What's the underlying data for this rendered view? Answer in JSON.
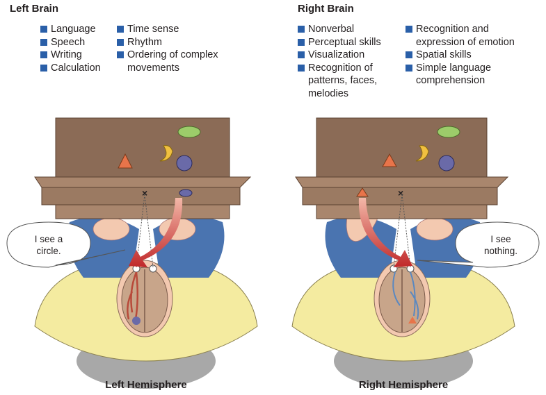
{
  "left_panel": {
    "title": "Left Brain",
    "functions_col1": [
      "Language",
      "Speech",
      "Writing",
      "Calculation"
    ],
    "functions_col2": [
      "Time sense",
      "Rhythm",
      "Ordering of complex",
      "movements"
    ],
    "speech_bubble": [
      "I see a",
      "circle."
    ],
    "caption": "Left Hemisphere"
  },
  "right_panel": {
    "title": "Right Brain",
    "functions_col1": [
      "Nonverbal",
      "Perceptual skills",
      "Visualization",
      "Recognition of",
      "patterns, faces,",
      "melodies"
    ],
    "functions_col2": [
      "Recognition and",
      "expression of emotion",
      "Spatial skills",
      "Simple language",
      "comprehension"
    ],
    "speech_bubble": [
      "I see",
      "nothing."
    ],
    "caption": "Right Hemisphere"
  },
  "colors": {
    "bullet": "#2a5fa8",
    "table_top": "#8b6b56",
    "table_edge": "#a9866d",
    "shirt": "#f4eba0",
    "jeans": "#4a74b0",
    "skin": "#f3c9b0",
    "brain": "#c8a58a",
    "arrow": "#c0282a",
    "nerve_left": "#b84a3a",
    "nerve_right": "#5a88c0",
    "triangle": "#e8744a",
    "circle": "#6a6aa8",
    "ellipse": "#9ccc6a",
    "moon": "#f0c040"
  }
}
